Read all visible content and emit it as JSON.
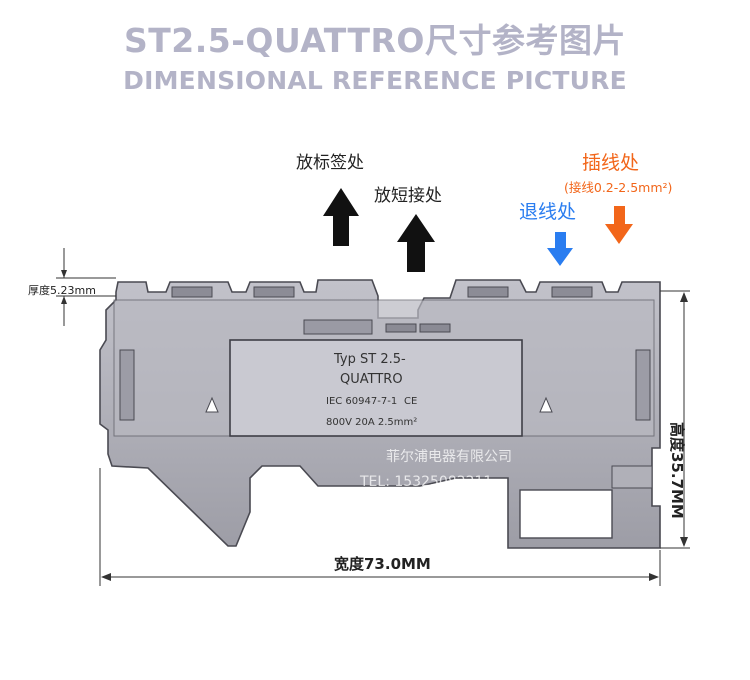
{
  "header": {
    "title": "ST2.5-QUATTRO尺寸参考图片",
    "subtitle": "DIMENSIONAL REFERENCE PICTURE"
  },
  "callouts": {
    "label_area": "放标签处",
    "short_area": "放短接处",
    "insert_area": "插线处",
    "insert_note": "(接线0.2-2.5mm²)",
    "release_area": "退线处"
  },
  "dimensions": {
    "thickness": "厚度5.23mm",
    "height": "高度35.7MM",
    "width": "宽度73.0MM"
  },
  "plate": {
    "line1": "Typ ST 2.5-",
    "line2": "QUATTRO",
    "line3": "IEC 60947-7-1",
    "line3_mark": "CE",
    "line4": "800V  20A  2.5mm²"
  },
  "watermark": {
    "company": "菲尔浦电器有限公司",
    "tel": "TEL: 15325082211"
  },
  "colors": {
    "title": "#b3b3c7",
    "insert": "#f2661a",
    "release": "#2a7df0",
    "body": "#a8a8b0",
    "outline": "#4a4a52"
  }
}
